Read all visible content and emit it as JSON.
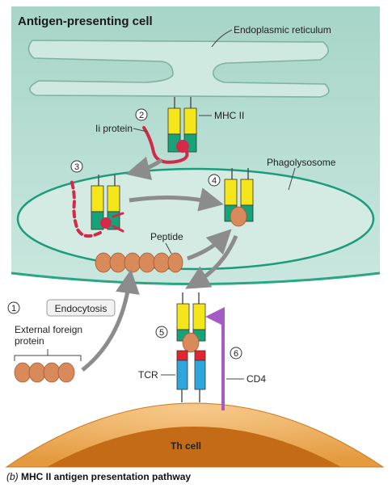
{
  "labels": {
    "title": "Antigen-presenting cell",
    "er": "Endoplasmic reticulum",
    "mhc2": "MHC II",
    "ii": "Ii protein",
    "phagolysosome": "Phagolysosome",
    "peptide": "Peptide",
    "endocytosis": "Endocytosis",
    "ext1": "External foreign",
    "ext2": "protein",
    "tcr": "TCR",
    "cd4": "CD4",
    "thcell": "Th cell"
  },
  "steps": [
    "1",
    "2",
    "3",
    "4",
    "5",
    "6"
  ],
  "caption": {
    "prefix": "(b)",
    "text": "MHC II antigen presentation pathway"
  },
  "colors": {
    "cytoplasm": "#b6dcd0",
    "phagolysosome": "#d3ebe3",
    "mhc_yellow": "#f5e61c",
    "mhc_green": "#17a37a",
    "ii_protein": "#d42a4a",
    "peptide": "#d98a5a",
    "tcr_blue": "#2ea7df",
    "tcr_red": "#e3252d",
    "cd4": "#a45cc4",
    "th_cell": "#e8a045",
    "arrows": "#8c8c8c"
  }
}
